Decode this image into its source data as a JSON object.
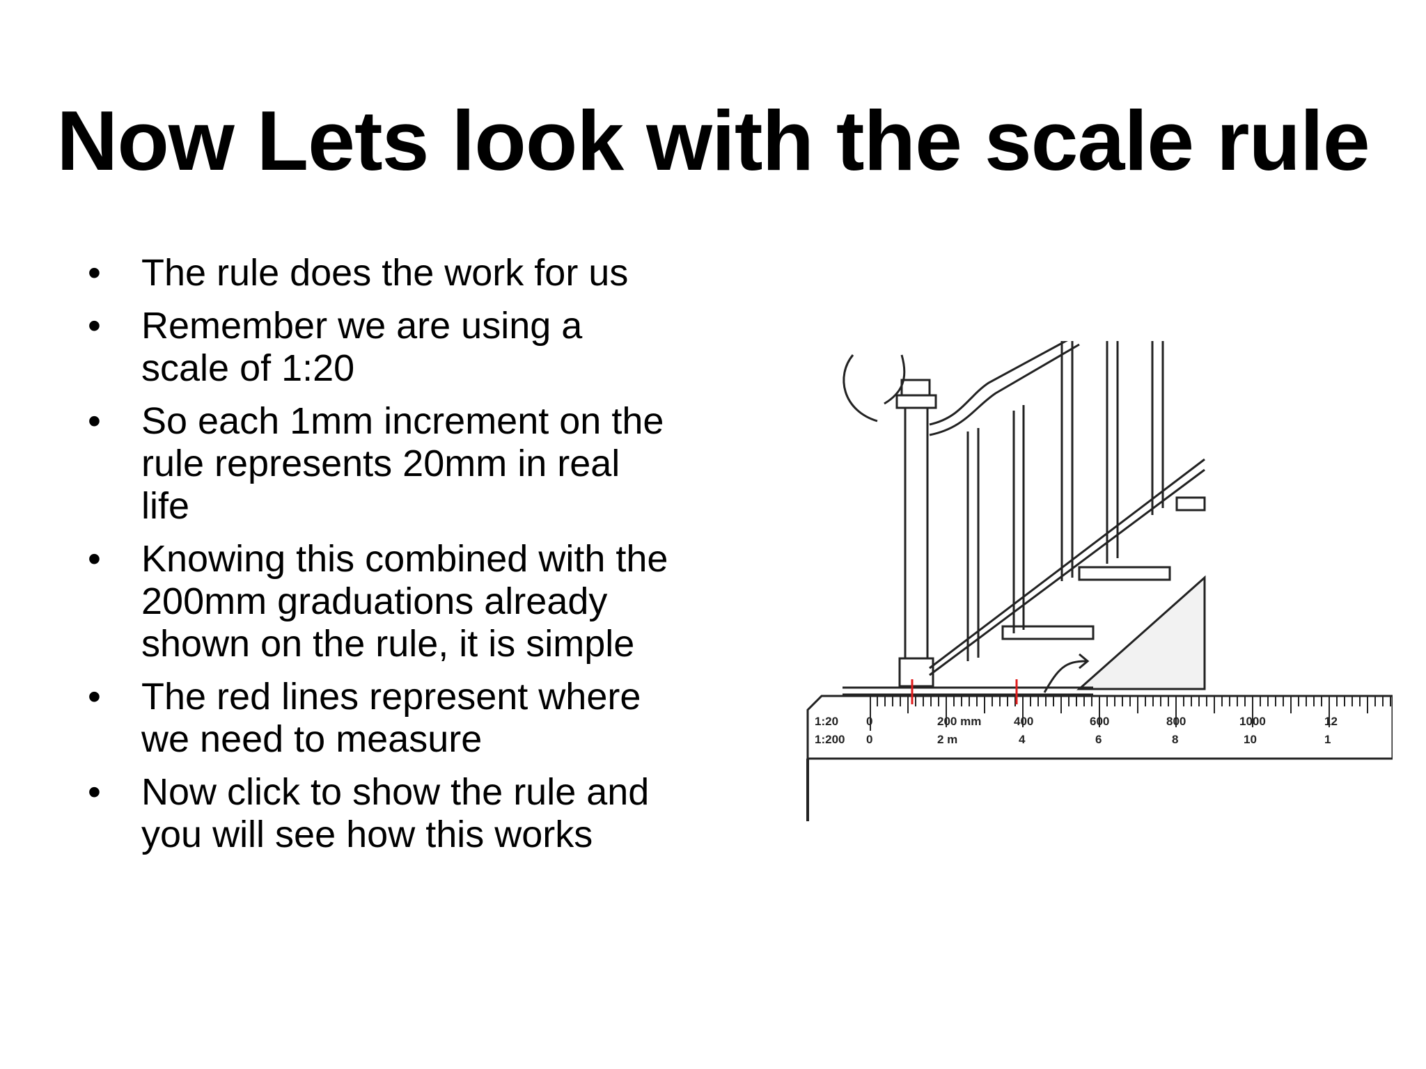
{
  "title": "Now Lets look with the scale rule",
  "bullets": [
    "The rule does the work for us",
    "Remember we are using a scale of 1:20",
    "So each 1mm increment on the rule represents 20mm in real life",
    "Knowing this combined with the 200mm graduations already shown on the rule, it is simple",
    "The red lines represent where we need to measure",
    "Now click to show the rule and you will see how this works"
  ],
  "bullet_glyph": "•",
  "rule": {
    "scale_1_20_label": "1:20",
    "scale_1_200_label": "1:200",
    "row_1_20": [
      "0",
      "200 mm",
      "400",
      "600",
      "800",
      "1000",
      "12"
    ],
    "row_1_200": [
      "0",
      "2 m",
      "4",
      "6",
      "8",
      "10",
      "1"
    ],
    "marker_color": "#e01b1b"
  }
}
